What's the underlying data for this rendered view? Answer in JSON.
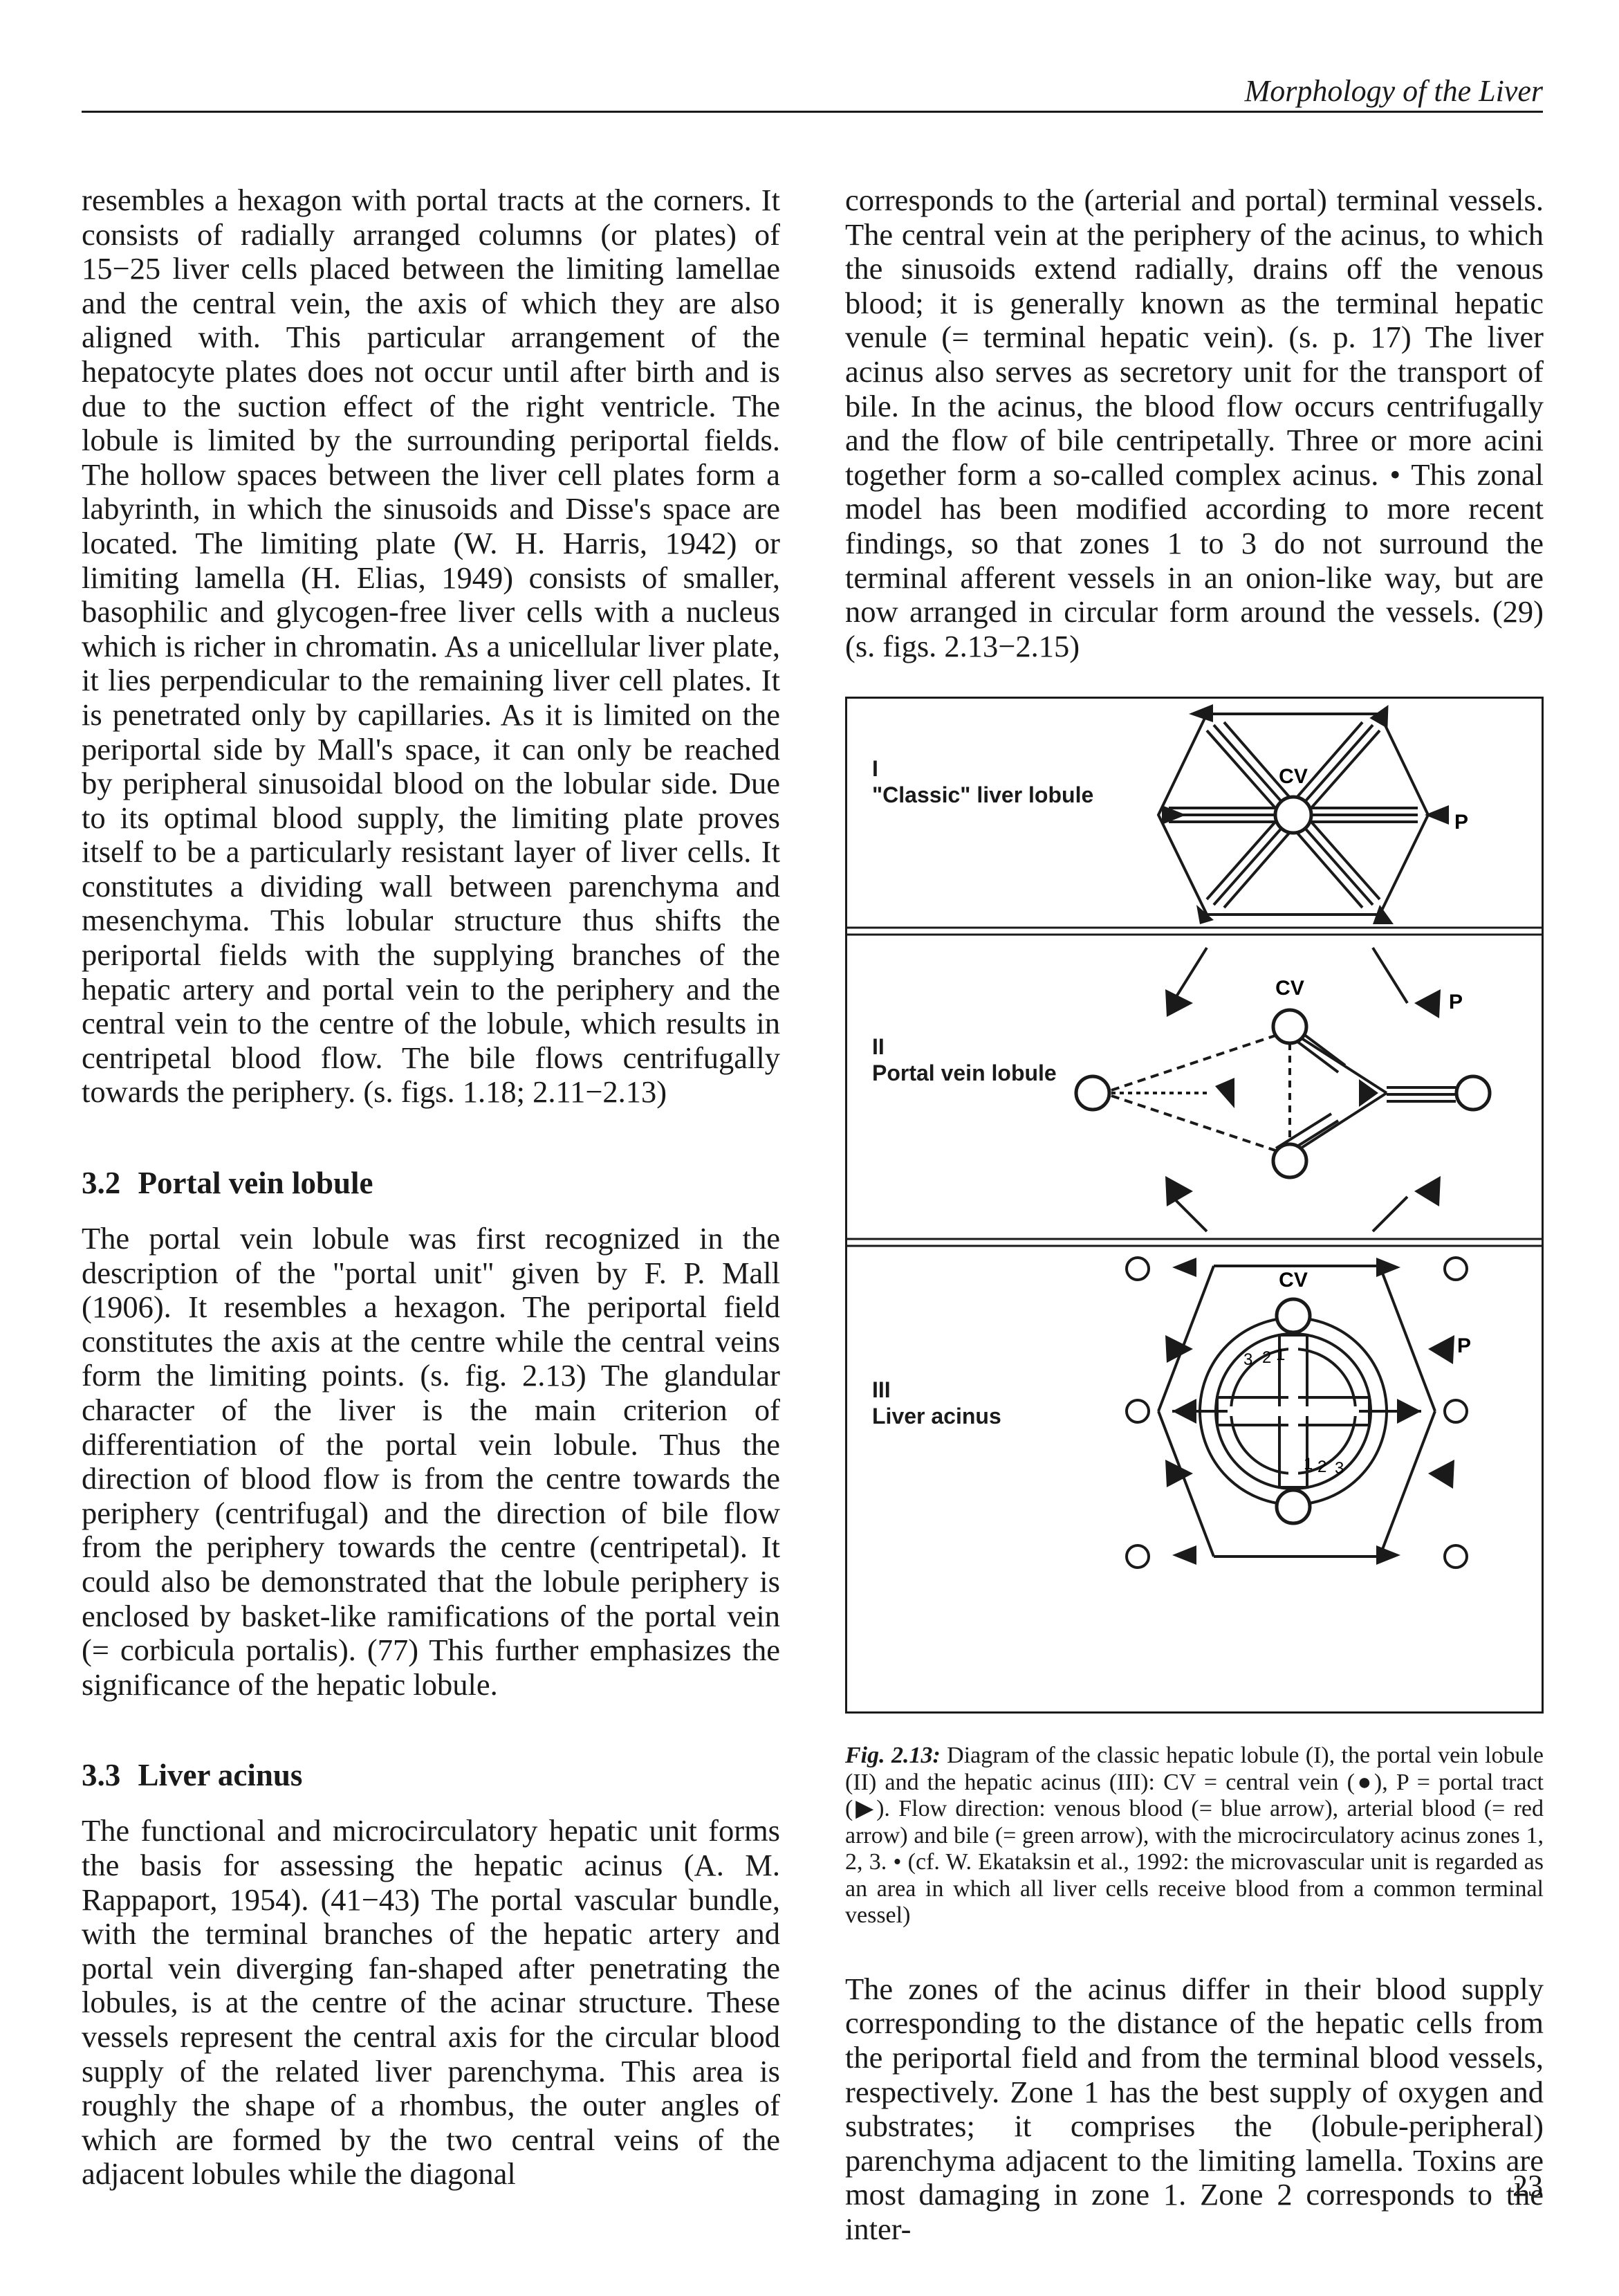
{
  "header": {
    "running_title": "Morphology of the Liver"
  },
  "left_column": {
    "para1": "resembles a hexagon with portal tracts at the corners. It consists of radially arranged columns (or plates) of 15−25 liver cells placed between the limiting lamellae and the central vein, the axis of which they are also aligned with. This particular arrangement of the hepatocyte plates does not occur until after birth and is due to the suction effect of the right ventricle. The lobule is limited by the surrounding periportal fields. The hollow spaces between the liver cell plates form a labyrinth, in which the sinusoids and Disse's space are located. The limiting plate (W. H. Harris, 1942) or limiting lamella (H. Elias, 1949) consists of smaller, basophilic and glycogen-free liver cells with a nucleus which is richer in chromatin. As a unicellular liver plate, it lies perpendicular to the remaining liver cell plates. It is penetrated only by capillaries. As it is limited on the periportal side by Mall's space, it can only be reached by peripheral sinusoidal blood on the lobular side. Due to its optimal blood supply, the limiting plate proves itself to be a particularly resistant layer of liver cells. It constitutes a dividing wall between parenchyma and mesenchyma. This lobular structure thus shifts the periportal fields with the supplying branches of the hepatic artery and portal vein to the periphery and the central vein to the centre of the lobule, which results in centripetal blood flow. The bile flows centrifugally towards the periphery. (s. figs. 1.18; 2.11−2.13)",
    "section_3_2": {
      "number": "3.2",
      "title": "Portal vein lobule",
      "text": "The portal vein lobule was first recognized in the description of the \"portal unit\" given by F. P. Mall (1906). It resembles a hexagon. The periportal field constitutes the axis at the centre while the central veins form the limiting points. (s. fig. 2.13) The glandular character of the liver is the main criterion of differentiation of the portal vein lobule. Thus the direction of blood flow is from the centre towards the periphery (centrifugal) and the direction of bile flow from the periphery towards the centre (centripetal). It could also be demonstrated that the lobule periphery is enclosed by basket-like ramifications of the portal vein (= corbicula portalis). (77) This further emphasizes the significance of the hepatic lobule."
    },
    "section_3_3": {
      "number": "3.3",
      "title": "Liver acinus",
      "text": "The functional and microcirculatory hepatic unit forms the basis for assessing the hepatic acinus (A. M. Rappaport, 1954). (41−43) The portal vascular bundle, with the terminal branches of the hepatic artery and portal vein diverging fan-shaped after penetrating the lobules, is at the centre of the acinar structure. These vessels represent the central axis for the circular blood supply of the related liver parenchyma. This area is roughly the shape of a rhombus, the outer angles of which are formed by the two central veins of the adjacent lobules while the diagonal"
    }
  },
  "right_column": {
    "para1": "corresponds to the (arterial and portal) terminal vessels. The central vein at the periphery of the acinus, to which the sinusoids extend radially, drains off the venous blood; it is generally known as the terminal hepatic venule (= terminal hepatic vein). (s. p. 17) The liver acinus also serves as secretory unit for the transport of bile. In the acinus, the blood flow occurs centrifugally and the flow of bile centripetally. Three or more acini together form a so-called complex acinus. • This zonal model has been modified according to more recent findings, so that zones 1 to 3 do not surround the terminal afferent vessels in an onion-like way, but are now arranged in circular form around the vessels. (29) (s. figs. 2.13−2.15)",
    "figure": {
      "panels": [
        {
          "numeral": "I",
          "label": "\"Classic\" liver lobule"
        },
        {
          "numeral": "II",
          "label": "Portal vein lobule"
        },
        {
          "numeral": "III",
          "label": "Liver acinus"
        }
      ],
      "labels": {
        "cv": "CV",
        "p": "P",
        "zone1": "1",
        "zone2": "2",
        "zone3": "3"
      }
    },
    "caption": {
      "fig_label": "Fig. 2.13:",
      "text": "Diagram of the classic hepatic lobule (I), the portal vein lobule (II) and the hepatic acinus (III): CV = central vein (●), P = portal tract (▶). Flow direction: venous blood (= blue arrow), arterial blood (= red arrow) and bile (= green arrow), with the microcirculatory acinus zones 1, 2, 3. • (cf. W. Ekataksin et al., 1992: the microvascular unit is regarded as an area in which all liver cells receive blood from a common terminal vessel)"
    },
    "para2": "The zones of the acinus differ in their blood supply corresponding to the distance of the hepatic cells from the periportal field and from the terminal blood vessels, respectively. Zone 1 has the best supply of oxygen and substrates; it comprises the (lobule-peripheral) parenchyma adjacent to the limiting lamella. Toxins are most damaging in zone 1. Zone 2 corresponds to the inter-"
  },
  "page_number": "23"
}
